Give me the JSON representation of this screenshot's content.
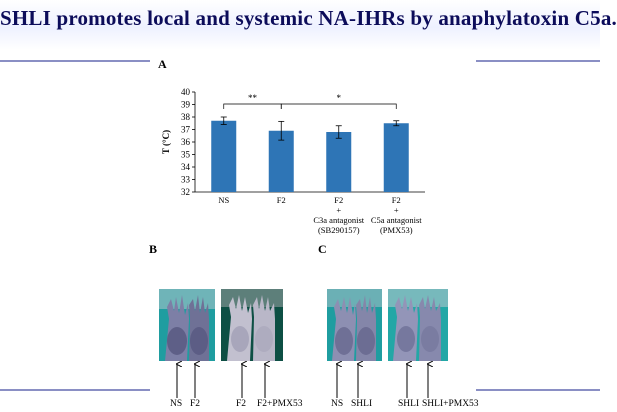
{
  "slide": {
    "title": "SHLI promotes local and systemic NA-IHRs by anaphylatoxin C5a."
  },
  "panels": {
    "a": "A",
    "b": "B",
    "c": "C"
  },
  "chart_data": {
    "type": "bar",
    "categories": [
      [
        "NS"
      ],
      [
        "F2"
      ],
      [
        "F2",
        "+",
        "C3a antagonist",
        "(SB290157)"
      ],
      [
        "F2",
        "+",
        "C5a antagonist",
        "(PMX53)"
      ]
    ],
    "values": [
      37.7,
      36.9,
      36.8,
      37.5
    ],
    "errors": [
      0.3,
      0.75,
      0.5,
      0.2
    ],
    "ylabel": "T (°C)",
    "ylim": [
      32,
      40
    ],
    "yticks": [
      "32",
      "33",
      "34",
      "35",
      "36",
      "37",
      "38",
      "39",
      "40"
    ],
    "bar_color": "#2e75b6",
    "significance": [
      {
        "from": 0,
        "to": 1,
        "label": "**"
      },
      {
        "from": 1,
        "to": 3,
        "label": "*"
      }
    ]
  },
  "photos": {
    "b": {
      "left_labels": [
        "NS",
        "F2"
      ],
      "right_labels": [
        "F2",
        "F2+PMX53"
      ]
    },
    "c": {
      "left_labels": [
        "NS",
        "SHLI"
      ],
      "right_labels": [
        "SHLI",
        "SHLI+PMX53"
      ]
    }
  }
}
